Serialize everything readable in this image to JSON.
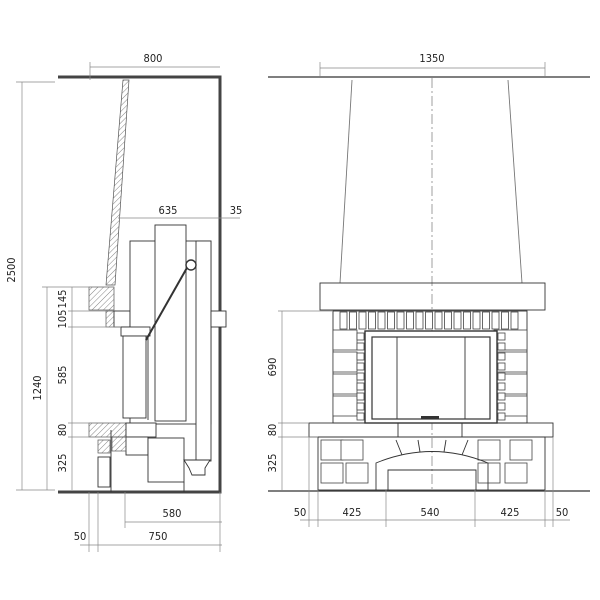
{
  "side_view": {
    "dims": {
      "width_total": "800",
      "height_total": "2500",
      "depth_body": "635",
      "gap_wall": "35",
      "height_to_mantel": "1240",
      "mantel_top": "145",
      "mantel_second": "105",
      "firebox_height": "585",
      "hearth_slab": "80",
      "base_height": "325",
      "depth_base": "580",
      "depth_total": "750",
      "front_offset": "50"
    }
  },
  "front_view": {
    "dims": {
      "hood_width": "1350",
      "body_height": "690",
      "hearth_slab": "80",
      "base_height": "325",
      "left_overhang": "50",
      "left_pillar": "425",
      "center_opening": "540",
      "right_pillar": "425",
      "right_overhang": "50"
    }
  }
}
